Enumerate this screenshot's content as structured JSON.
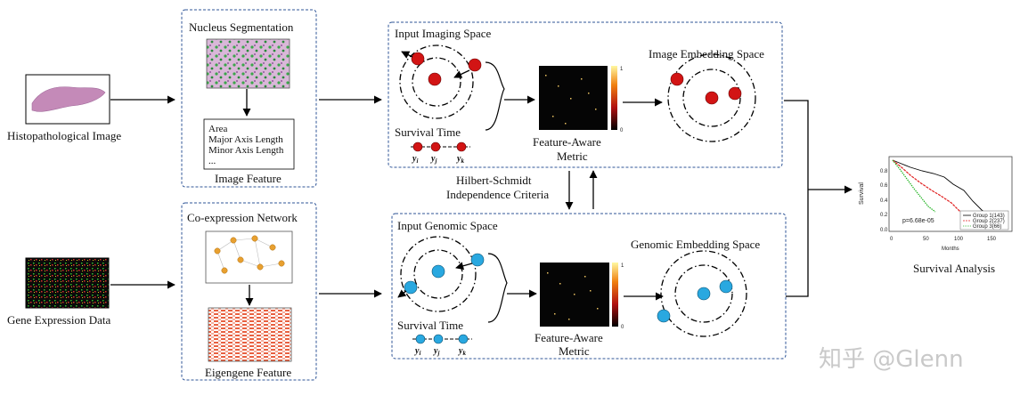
{
  "left": {
    "histo_label": "Histopathological  Image",
    "gene_label": "Gene  Expression Data"
  },
  "nucleus": {
    "title": "Nucleus  Segmentation",
    "features": [
      "Area",
      "Major Axis Length",
      "Minor Axis Length",
      "..."
    ],
    "caption": "Image Feature"
  },
  "coexp": {
    "title": "Co-expression  Network",
    "caption": "Eigengene Feature"
  },
  "imaging": {
    "title": "Input Imaging Space",
    "survival": "Survival   Time",
    "ys": [
      "y",
      "y",
      "y"
    ],
    "subs": [
      "i",
      "j",
      "k"
    ],
    "metric_line1": "Feature-Aware",
    "metric_line2": "Metric",
    "embed_title": "Image Embedding Space",
    "colorbar_top": "1",
    "colorbar_bottom": "0",
    "node_color": "#d21414"
  },
  "genomic": {
    "title": "Input Genomic Space",
    "survival": "Survival   Time",
    "metric_line1": "Feature-Aware",
    "metric_line2": "Metric",
    "embed_title": "Genomic Embedding Space",
    "node_color": "#29a8e0"
  },
  "hsic": {
    "line1": "Hilbert-Schmidt",
    "line2": "Independence Criteria"
  },
  "survival_plot": {
    "ylabel": "Survival",
    "xlabel": "Months",
    "yticks": [
      "0.0",
      "0.2",
      "0.4",
      "0.6",
      "0.8"
    ],
    "xticks": [
      "0",
      "50",
      "100",
      "150"
    ],
    "pvalue": "p=6.68e-05",
    "legend": [
      "Group 1(143)",
      "Group 2(237)",
      "Group 3(66)"
    ],
    "colors": [
      "#000000",
      "#e02020",
      "#22b422"
    ],
    "caption": "Survival Analysis"
  },
  "watermark": "知乎 @Glenn"
}
